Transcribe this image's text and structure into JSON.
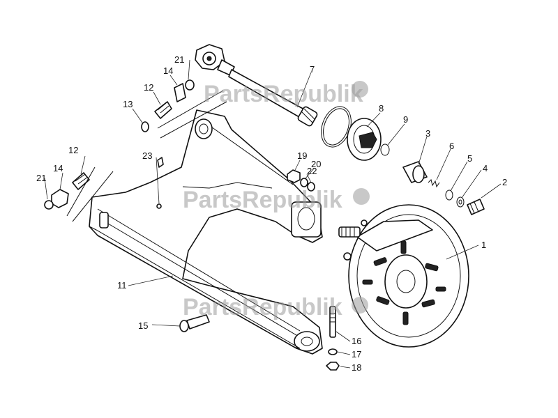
{
  "watermark": {
    "text": "PartsRepublik",
    "color": "#9a9a9a"
  },
  "labels": {
    "p1": "1",
    "p2": "2",
    "p3": "3",
    "p4": "4",
    "p5": "5",
    "p6": "6",
    "p7": "7",
    "p8": "8",
    "p9": "9",
    "p11": "11",
    "p12a": "12",
    "p12b": "12",
    "p13": "13",
    "p14a": "14",
    "p14b": "14",
    "p15": "15",
    "p16": "16",
    "p17": "17",
    "p18": "18",
    "p19": "19",
    "p20": "20",
    "p21a": "21",
    "p21b": "21",
    "p22": "22",
    "p23": "23"
  }
}
